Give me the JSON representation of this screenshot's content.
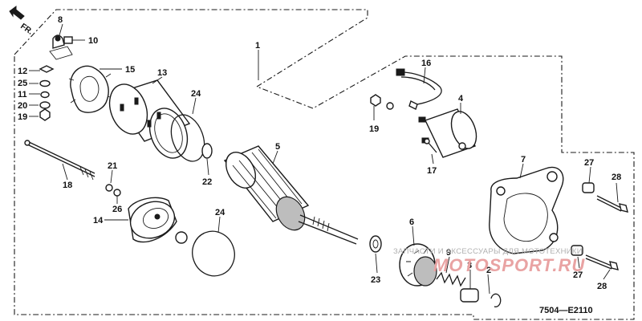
{
  "diagram": {
    "direction_label": "FR.",
    "figure_code": "7504—E2110",
    "watermark": {
      "text": "ЗАПЧАСТИ И АКСЕССУАРЫ ДЛЯ МОТОТЕХНИКИ",
      "brand": "MOTOSPORT.RU"
    },
    "callouts": {
      "c1": "1",
      "c2": "2",
      "c3": "3",
      "c4": "4",
      "c5": "5",
      "c6": "6",
      "c7": "7",
      "c8": "8",
      "c9": "9",
      "c10": "10",
      "c11": "11",
      "c12": "12",
      "c13": "13",
      "c14": "14",
      "c15": "15",
      "c16": "16",
      "c17": "17",
      "c18": "18",
      "c19a": "19",
      "c19b": "19",
      "c20": "20",
      "c21": "21",
      "c22": "22",
      "c23": "23",
      "c24a": "24",
      "c24b": "24",
      "c25": "25",
      "c26": "26",
      "c27a": "27",
      "c27b": "27",
      "c28a": "28",
      "c28b": "28"
    }
  }
}
